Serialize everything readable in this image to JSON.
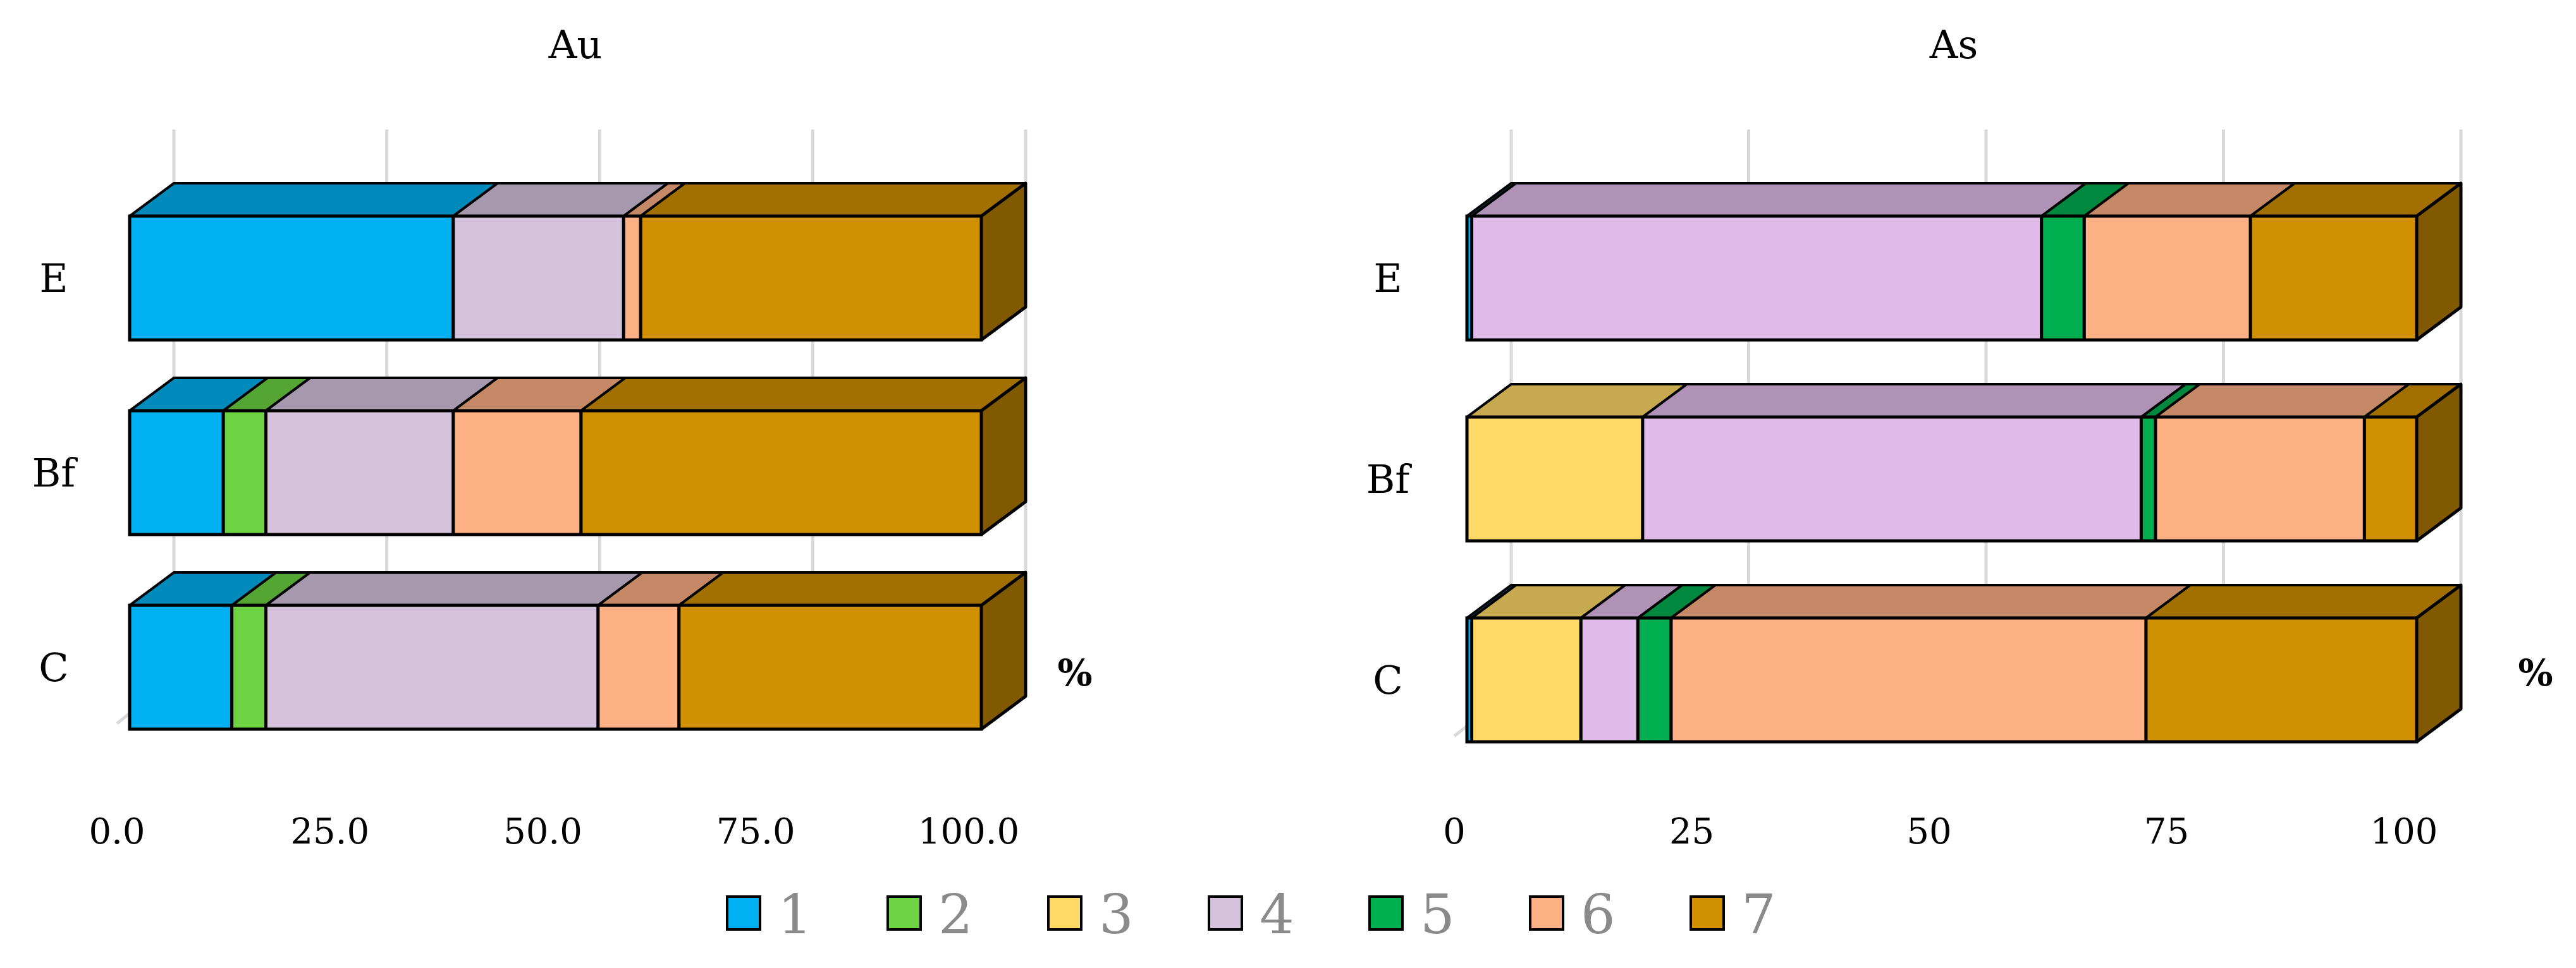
{
  "chart_data": [
    {
      "type": "bar",
      "stacked": "percent",
      "orientation": "horizontal",
      "title": "Au",
      "categories": [
        "E",
        "Bf",
        "C"
      ],
      "unit_label": "%",
      "ticks": [
        "0.0",
        "25.0",
        "50.0",
        "75.0",
        "100.0"
      ],
      "xlim": [
        0,
        100
      ],
      "grid": true,
      "series": [
        {
          "name": "1",
          "values": [
            38,
            11,
            12
          ]
        },
        {
          "name": "2",
          "values": [
            0,
            5,
            4
          ]
        },
        {
          "name": "3",
          "values": [
            0,
            0,
            0
          ]
        },
        {
          "name": "4",
          "values": [
            20,
            22,
            39
          ]
        },
        {
          "name": "5",
          "values": [
            0,
            0,
            0
          ]
        },
        {
          "name": "6",
          "values": [
            2,
            15,
            9.5
          ]
        },
        {
          "name": "7",
          "values": [
            40,
            47,
            35.5
          ]
        }
      ]
    },
    {
      "type": "bar",
      "stacked": "percent",
      "orientation": "horizontal",
      "title": "As",
      "categories": [
        "E",
        "Bf",
        "C"
      ],
      "unit_label": "%",
      "ticks": [
        "0",
        "25",
        "50",
        "75",
        "100"
      ],
      "xlim": [
        0,
        100
      ],
      "grid": true,
      "series": [
        {
          "name": "1",
          "values": [
            0.5,
            0,
            0.5
          ]
        },
        {
          "name": "2",
          "values": [
            0,
            0,
            0
          ]
        },
        {
          "name": "3",
          "values": [
            0,
            18.5,
            11.5
          ]
        },
        {
          "name": "4",
          "values": [
            60,
            52.5,
            6
          ]
        },
        {
          "name": "5",
          "values": [
            4.5,
            1.5,
            3.5
          ]
        },
        {
          "name": "6",
          "values": [
            17.5,
            22,
            50
          ]
        },
        {
          "name": "7",
          "values": [
            17.5,
            5.5,
            28.5
          ]
        }
      ]
    }
  ],
  "legend": {
    "placement": "bottom",
    "items": [
      "1",
      "2",
      "3",
      "4",
      "5",
      "6",
      "7"
    ]
  },
  "colors": {
    "1": "#00b0f0",
    "2": "#6cd443",
    "3": "#ffd966",
    "4": "#d5c3de",
    "5": "#00b050",
    "6": "#fdb084",
    "7": "#d09000",
    "grid": "#d9d9d9"
  },
  "panel_colors": [
    {
      "4": "#d5c3de"
    },
    {
      "4": "#e1bbe9"
    }
  ]
}
